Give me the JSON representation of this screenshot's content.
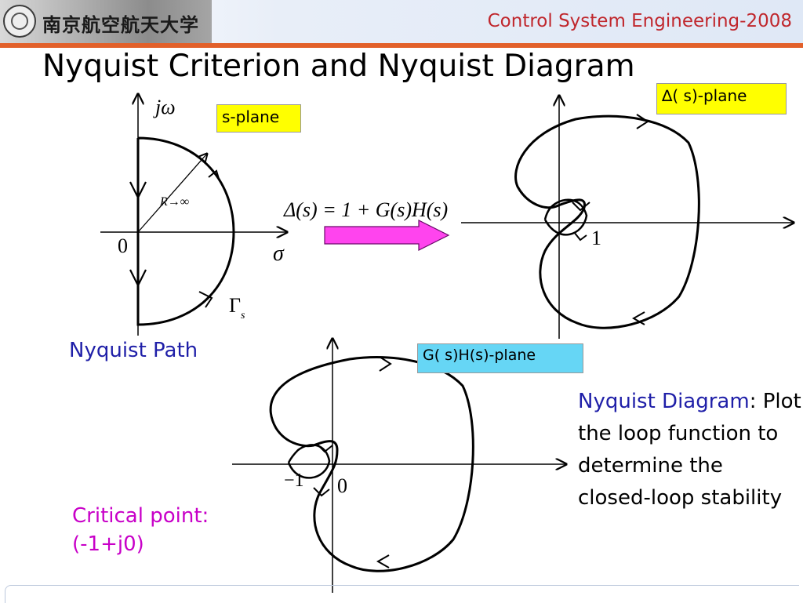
{
  "header": {
    "university_name": "南京航空航天大学",
    "course_title": "Control System Engineering-2008"
  },
  "slide": {
    "title": "Nyquist Criterion and Nyquist Diagram"
  },
  "splane_diagram": {
    "plane_label": "s-plane",
    "imag_axis_label": "jω",
    "real_axis_label": "σ",
    "origin_label": "0",
    "radius_label": "R→∞",
    "contour_label": "Γ",
    "contour_subscript": "s",
    "caption": "Nyquist Path"
  },
  "transform": {
    "equation": "Δ(s) = 1 + G(s)H(s)",
    "arrow_color": "#ff44ee"
  },
  "delta_diagram": {
    "plane_label": "∆( s)-plane",
    "point_label": "1"
  },
  "gh_diagram": {
    "plane_label": "G( s)H(s)-plane",
    "minus_one_label": "−1",
    "origin_label": "0"
  },
  "notes": {
    "critical_line1": "Critical point:",
    "critical_line2": "(-1+j0)",
    "nyquist_title": "Nyquist Diagram",
    "nyquist_colon": ":",
    "nyquist_body": "Plot the loop function to determine the closed-loop stability"
  },
  "colors": {
    "header_rule": "#e2602a",
    "course_title": "#c0272d",
    "label_yellow": "#ffff00",
    "label_cyan": "#66d6f5",
    "caption_blue": "#1f1fa8",
    "critical_magenta": "#c800c8"
  }
}
